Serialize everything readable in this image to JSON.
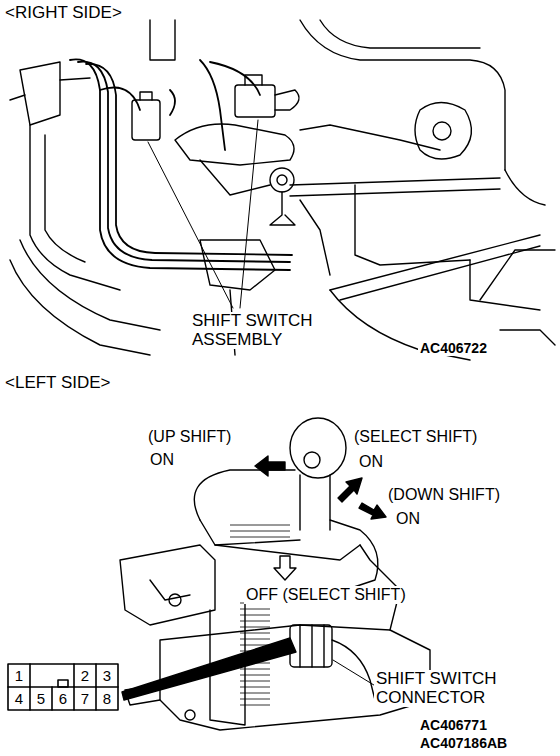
{
  "diagram": {
    "labels": [
      "<RIGHT SIDE>",
      "SHIFT SWITCH ASSEMBLY",
      "AC406722",
      "<LEFT SIDE>",
      "(UP SHIFT)",
      "ON",
      "(SELECT SHIFT)",
      "ON",
      "(DOWN SHIFT)",
      "ON",
      "OFF (SELECT SHIFT)",
      "SHIFT SWITCH CONNECTOR",
      "AC406771",
      "AC407186AB",
      "1",
      "2",
      "3",
      "4",
      "5",
      "6",
      "7",
      "8"
    ]
  }
}
